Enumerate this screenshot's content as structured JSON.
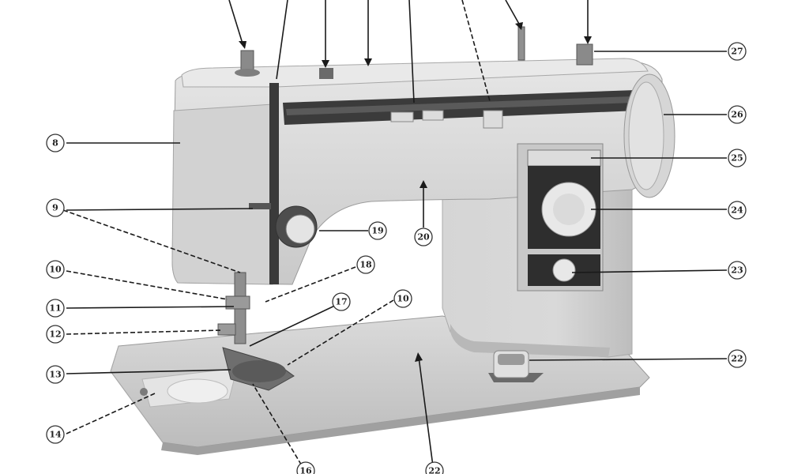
{
  "diagram": {
    "subject": "sewing machine",
    "callouts": [
      {
        "id": "8",
        "label": "8"
      },
      {
        "id": "9",
        "label": "9"
      },
      {
        "id": "10",
        "label": "10"
      },
      {
        "id": "11",
        "label": "11"
      },
      {
        "id": "12",
        "label": "12"
      },
      {
        "id": "13",
        "label": "13"
      },
      {
        "id": "14",
        "label": "14"
      },
      {
        "id": "16",
        "label": "16"
      },
      {
        "id": "17",
        "label": "17"
      },
      {
        "id": "18",
        "label": "18"
      },
      {
        "id": "19",
        "label": "19"
      },
      {
        "id": "20",
        "label": "20"
      },
      {
        "id": "22",
        "label": "22"
      },
      {
        "id": "23",
        "label": "23"
      },
      {
        "id": "24",
        "label": "24"
      },
      {
        "id": "25",
        "label": "25"
      },
      {
        "id": "26",
        "label": "26"
      },
      {
        "id": "27",
        "label": "27"
      }
    ]
  },
  "colors": {
    "machine_body": "#d9d9d9",
    "machine_shadow": "#a9a9a9",
    "base_plate": "#d4d4d4",
    "dark_panel": "#2e2e2e",
    "background": "#ffffff",
    "leader_line": "#1a1a1a"
  }
}
